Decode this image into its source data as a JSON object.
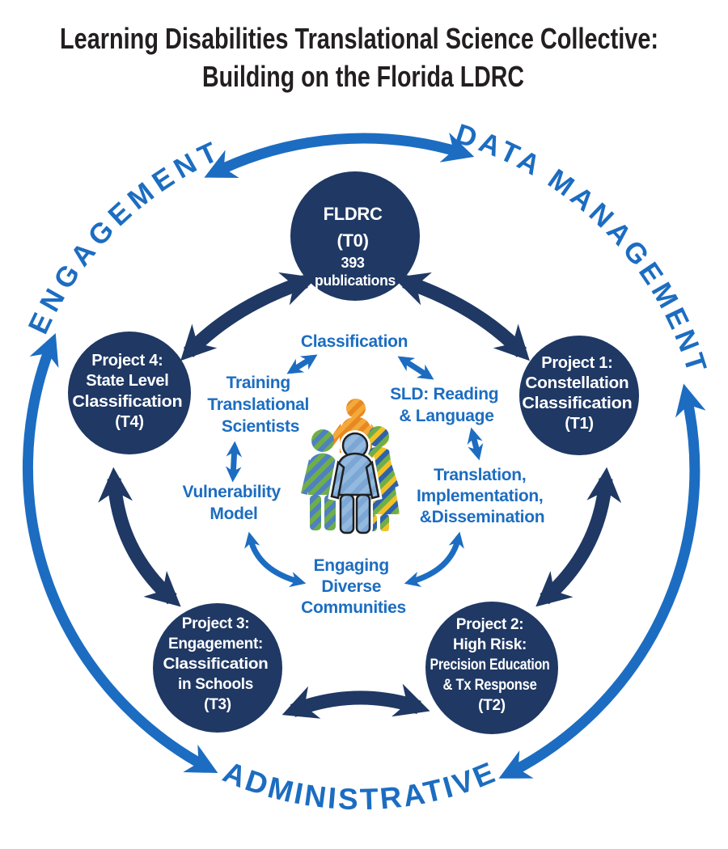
{
  "title": {
    "line1": "Learning Disabilities Translational Science Collective:",
    "line2": "Building on the Florida LDRC"
  },
  "ring": {
    "engagement": "ENGAGEMENT",
    "data_management": "DATA MANAGEMENT",
    "administrative": "ADMINISTRATIVE"
  },
  "nodes": {
    "fldrc": {
      "lines": [
        "FLDRC",
        "(T0)",
        "393",
        "publications"
      ]
    },
    "project1": {
      "lines": [
        "Project 1:",
        "Constellation",
        "Classification",
        "(T1)"
      ]
    },
    "project2": {
      "lines": [
        "Project 2:",
        "High Risk:",
        "Precision Education",
        "& Tx Response",
        "(T2)"
      ]
    },
    "project3": {
      "lines": [
        "Project 3:",
        "Engagement:",
        "Classification",
        "in Schools",
        "(T3)"
      ]
    },
    "project4": {
      "lines": [
        "Project 4:",
        "State Level",
        "Classification",
        "(T4)"
      ]
    }
  },
  "inner_labels": {
    "classification": "Classification",
    "training": [
      "Training",
      "Translational",
      "Scientists"
    ],
    "sld": [
      "SLD: Reading",
      "& Language"
    ],
    "vulnerability": [
      "Vulnerability",
      "Model"
    ],
    "translation": [
      "Translation,",
      "Implementation,",
      "&Dissemination"
    ],
    "engaging": [
      "Engaging",
      "Diverse",
      "Communities"
    ]
  },
  "icons": {
    "center": "diverse-people-group-icon"
  },
  "colors": {
    "navy": "#1F3864",
    "blue": "#1C6DC1",
    "title": "#231F20",
    "front-base": "#93B9DF",
    "front-stripe": "#7CA7D4",
    "left-blue": "#4E80C2",
    "left-green": "#6FAE48",
    "right-green": "#6FAE48",
    "right-yellow": "#F3C125",
    "right-blue": "#2E62AC",
    "orange-light": "#F4A93C",
    "orange-dark": "#E8891F"
  }
}
